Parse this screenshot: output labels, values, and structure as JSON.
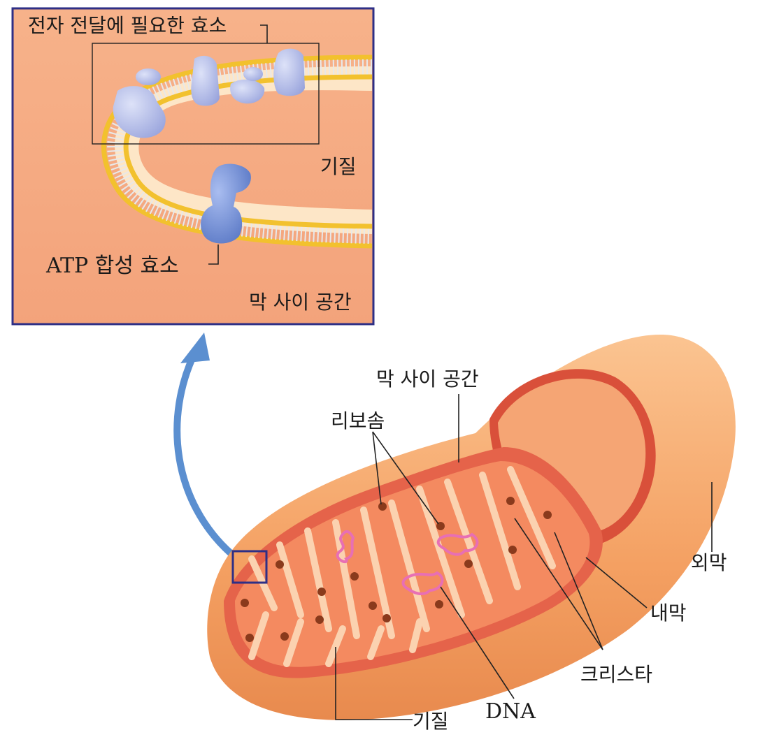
{
  "inset": {
    "labels": {
      "electron_transport_enzymes": "전자 전달에 필요한 효소",
      "matrix": "기질",
      "atp_synthase": "ATP  합성 효소",
      "intermembrane_space": "막 사이 공간"
    },
    "colors": {
      "border": "#2e2f86",
      "background": "#f4a57e",
      "matrix": "#fde3c4",
      "lipid_head": "#f2c12e",
      "protein": "#a9b3e6",
      "atp_synthase": "#6c86cf"
    }
  },
  "mitochondrion": {
    "labels": {
      "intermembrane_space": "막 사이 공간",
      "ribosome": "리보솜",
      "outer_membrane": "외막",
      "inner_membrane": "내막",
      "cristae": "크리스타",
      "dna": "DNA",
      "matrix": "기질"
    },
    "colors": {
      "outer": "#f6a867",
      "inner": "#e8604a",
      "matrix": "#f48a60",
      "ribosome": "#8a3a1c",
      "dna": "#e86fb4",
      "arrow": "#5b8fd0",
      "highlight_box": "#2e2f86"
    }
  }
}
